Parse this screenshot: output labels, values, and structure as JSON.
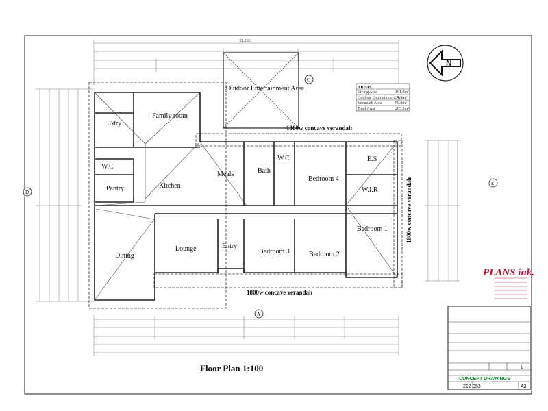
{
  "drawing": {
    "title": "Floor Plan 1:100",
    "overall_width": "21,250",
    "rooms": {
      "outdoor": "Outdoor Entertainment Area",
      "family": "Family room",
      "laundry": "L'dry",
      "wc_left": "W.C",
      "pantry": "Pantry",
      "kitchen": "Kitchen",
      "meals": "Meals",
      "bath": "Bath",
      "wc_mid": "W.C",
      "bedroom4": "Bedroom 4",
      "ens": "E.S",
      "wir": "W.I.R",
      "bedroom1": "Bedroom 1",
      "dining": "Dining",
      "lounge": "Lounge",
      "entry": "Entry",
      "bedroom3": "Bedroom 3",
      "bedroom2": "Bedroom 2"
    },
    "verandahs": {
      "top": "1800w concave verandah",
      "bottom": "1800w concave verandah",
      "side": "1800w concave verandah"
    },
    "markers": {
      "c": "C",
      "a": "A",
      "d": "D",
      "e": "E"
    }
  },
  "areas_table": {
    "heading": "AREAS",
    "rows": [
      {
        "label": "Living Area",
        "value": "191.5m²"
      },
      {
        "label": "Outdoor Entertainment Area",
        "value": "34.0m²"
      },
      {
        "label": "Verandah Area",
        "value": "59.8m²"
      },
      {
        "label": "Total Area",
        "value": "285.3m²"
      }
    ]
  },
  "company": {
    "logo": "PLANS ink."
  },
  "title_block": {
    "stage": "CONCEPT DRAWINGS",
    "job_number": "212-353",
    "sheet_size": "A3",
    "sheet": "1"
  }
}
